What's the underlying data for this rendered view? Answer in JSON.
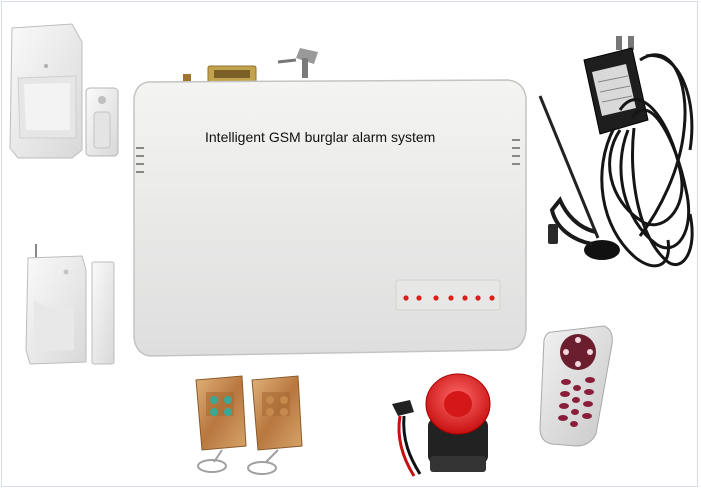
{
  "product": {
    "panel_label": "Intelligent GSM burglar alarm system"
  },
  "colors": {
    "background": "#ffffff",
    "panel_body": "#ececea",
    "panel_edge": "#c9c9c6",
    "led": "#e11b1b",
    "fob_gold": "#c9935a",
    "siren_red": "#e02020",
    "cable": "#1a1a1a"
  },
  "components": [
    {
      "name": "pir-motion-sensor"
    },
    {
      "name": "wall-bracket"
    },
    {
      "name": "main-alarm-panel"
    },
    {
      "name": "door-window-sensor"
    },
    {
      "name": "remote-key-fob"
    },
    {
      "name": "siren"
    },
    {
      "name": "ir-remote-control"
    },
    {
      "name": "power-adapter"
    },
    {
      "name": "gsm-antenna"
    }
  ],
  "panel": {
    "led_count": 7
  },
  "ir_remote": {
    "key_count": 12
  }
}
